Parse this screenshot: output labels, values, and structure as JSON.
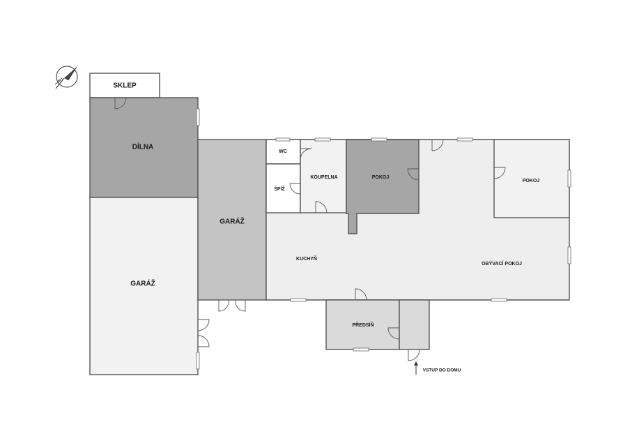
{
  "colors": {
    "dark_room": "#a6a6a6",
    "mid_room": "#c4c4c4",
    "light_room": "#eeeeee",
    "lighter_room": "#f2f2f2",
    "entry_room": "#dadada",
    "white_room": "#ffffff",
    "wall": "#555555"
  },
  "rooms": {
    "sklep": "SKLEP",
    "dilna": "DÍLNA",
    "garaz_left": "GARÁŽ",
    "garaz_middle": "GARÁŽ",
    "wc": "WC",
    "spiz": "ŠPÍŽ",
    "koupelna": "KOUPELNA",
    "pokoj_middle": "POKOJ",
    "pokoj_right": "POKOJ",
    "kuchyn": "KUCHYŇ",
    "obyvaci_pokoj": "OBÝVACÍ POKOJ",
    "predsin": "PŘEDSÍŇ"
  },
  "entrance_label": "VSTUP DO DOMU",
  "icons": {
    "compass": "north-arrow-icon",
    "entrance": "up-arrow-icon"
  }
}
